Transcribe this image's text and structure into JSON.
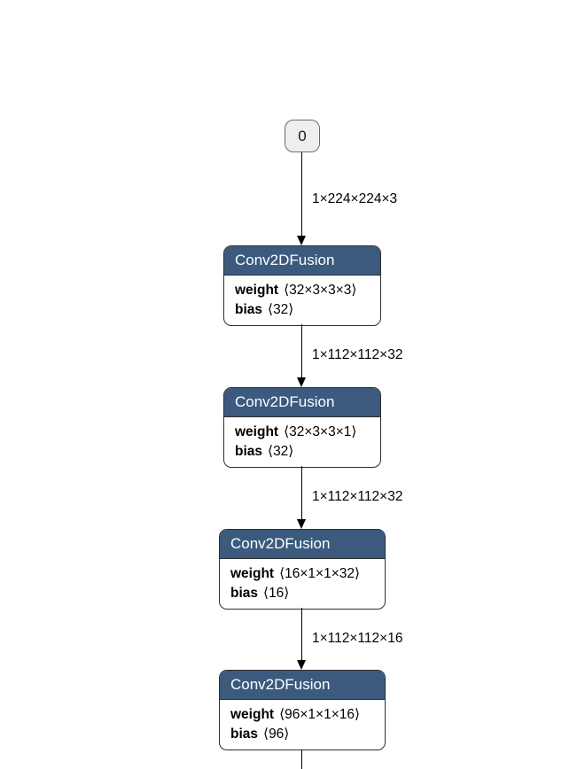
{
  "diagram": {
    "type": "model-graph",
    "input_node": {
      "label": "0"
    },
    "nodes": [
      {
        "title": "Conv2DFusion",
        "params": [
          {
            "name": "weight",
            "value": "⟨32×3×3×3⟩"
          },
          {
            "name": "bias",
            "value": "⟨32⟩"
          }
        ]
      },
      {
        "title": "Conv2DFusion",
        "params": [
          {
            "name": "weight",
            "value": "⟨32×3×3×1⟩"
          },
          {
            "name": "bias",
            "value": "⟨32⟩"
          }
        ]
      },
      {
        "title": "Conv2DFusion",
        "params": [
          {
            "name": "weight",
            "value": "⟨16×1×1×32⟩"
          },
          {
            "name": "bias",
            "value": "⟨16⟩"
          }
        ]
      },
      {
        "title": "Conv2DFusion",
        "params": [
          {
            "name": "weight",
            "value": "⟨96×1×1×16⟩"
          },
          {
            "name": "bias",
            "value": "⟨96⟩"
          }
        ]
      }
    ],
    "edges": [
      {
        "label": "1×224×224×3"
      },
      {
        "label": "1×112×112×32"
      },
      {
        "label": "1×112×112×32"
      },
      {
        "label": "1×112×112×16"
      }
    ],
    "colors": {
      "header": "#3b5a7e",
      "node_border": "#2e2e2e",
      "input_fill": "#eeeeee",
      "input_border": "#6b6b6b",
      "edge": "#000000"
    }
  }
}
